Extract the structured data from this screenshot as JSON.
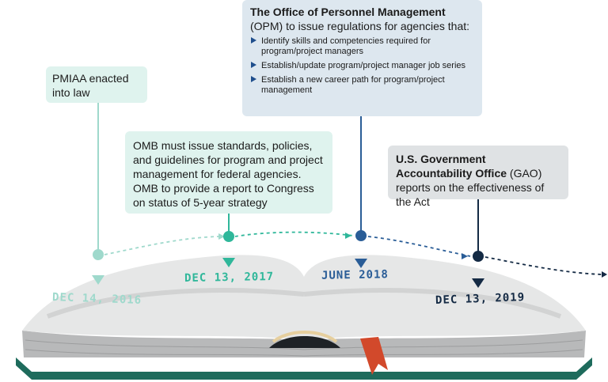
{
  "milestones": [
    {
      "date": "DEC 14, 2016",
      "color": "#9fd9cc",
      "text": "PMIAA enacted into law"
    },
    {
      "date": "DEC 13, 2017",
      "color": "#2fb79a",
      "text": "OMB must issue standards, policies, and guidelines for program and project management for federal agencies. OMB to provide a report to Congress on status of 5-year strategy"
    },
    {
      "date": "JUNE 2018",
      "color": "#2a5d97",
      "title": "The Office of Personnel Management",
      "intro": "(OPM) to issue regulations for agencies that:",
      "bullets": [
        "Identify skills and competencies required for program/project managers",
        "Establish/update program/project manager job series",
        "Establish a new career path for program/project management"
      ]
    },
    {
      "date": "DEC 13, 2019",
      "color": "#142a44",
      "title": "U.S. Government Accountability Office",
      "rest": " (GAO) reports on the effectiveness of the Act"
    }
  ],
  "colors": {
    "book_cover": "#1e6b5c",
    "pages": "#e6e7e7",
    "page_edge": "#b8b9ba",
    "bookmark": "#d2492b"
  },
  "icons": [
    "triangle-down-marker-icon",
    "arrow-head-icon"
  ]
}
